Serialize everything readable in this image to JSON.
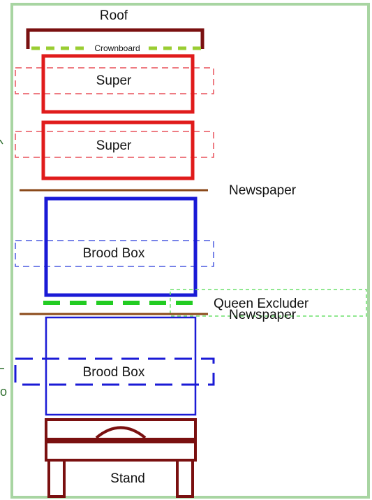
{
  "labels": {
    "roof": "Roof",
    "crownboard": "Crownboard",
    "super_1": "Super",
    "super_2": "Super",
    "newspaper_1": "Newspaper",
    "brood_box_1": "Brood Box",
    "queen_excluder": "Queen Excluder",
    "newspaper_2": "Newspaper",
    "brood_box_2": "Brood Box",
    "stand": "Stand"
  },
  "colors": {
    "frame_border": "#a8d5a2",
    "roof": "#7a1010",
    "stand": "#7a1010",
    "super": "#e01b1b",
    "super_dashed": "#e8505a",
    "brood_box": "#1a1ad6",
    "brood_dashed": "#4a5ae0",
    "newspaper": "#8b4a1a",
    "crownboard": "#9acd32",
    "queen_excluder": "#22cc22",
    "queen_excluder_box": "#6be06b",
    "edge_mark": "#2f6f2f"
  }
}
